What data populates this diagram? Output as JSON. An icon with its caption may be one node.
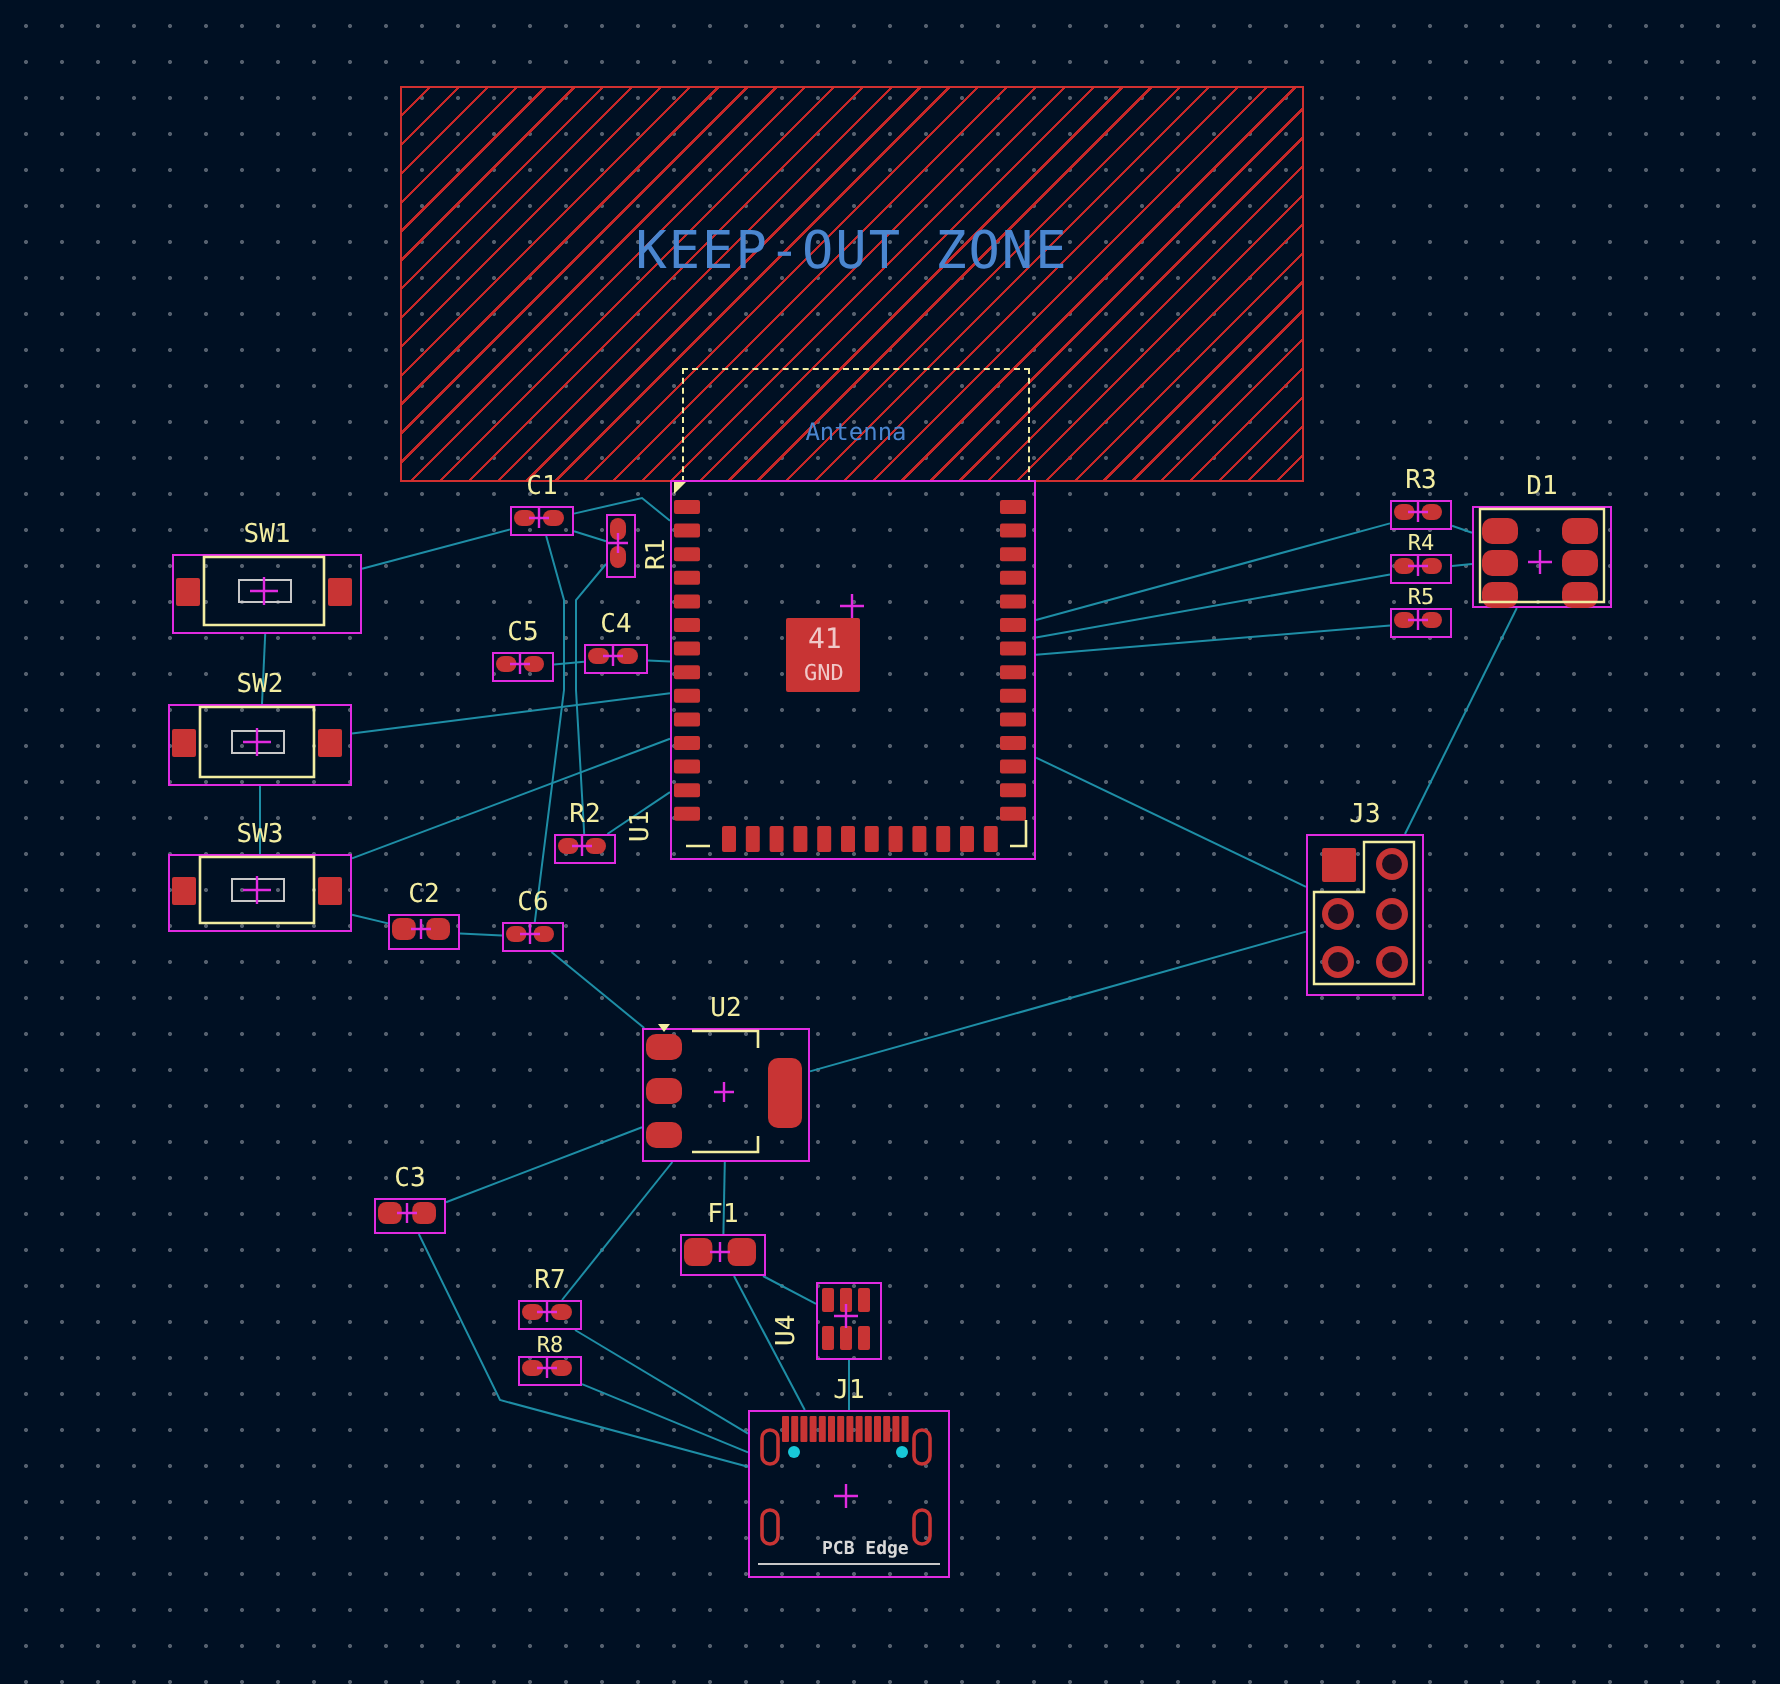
{
  "diagram": {
    "nodes": [
      {
        "text": [
          "KEEP-OUT ZONE"
        ]
      },
      {
        "text": [
          "Antenna"
        ],
        "in": 0
      },
      {
        "text": [
          "U1"
        ]
      },
      {
        "text": [
          "C1"
        ]
      },
      {
        "text": [
          "R1"
        ]
      },
      {
        "text": [
          "SW1"
        ]
      },
      {
        "text": [
          "C5"
        ]
      },
      {
        "text": [
          "C4"
        ]
      },
      {
        "text": [
          "SW2"
        ]
      },
      {
        "text": [
          "R2"
        ]
      },
      {
        "text": [
          "SW3"
        ]
      },
      {
        "text": [
          "C2"
        ]
      },
      {
        "text": [
          "C6"
        ]
      },
      {
        "text": [
          "U2"
        ]
      },
      {
        "text": [
          "C3"
        ]
      },
      {
        "text": [
          "F1"
        ]
      },
      {
        "text": [
          "R7"
        ]
      },
      {
        "text": [
          "R8"
        ]
      },
      {
        "text": [
          "U4"
        ]
      },
      {
        "text": [
          "J1"
        ]
      },
      {
        "text": [
          "R3"
        ]
      },
      {
        "text": [
          "R4"
        ]
      },
      {
        "text": [
          "R5"
        ]
      },
      {
        "text": [
          "D1"
        ]
      },
      {
        "text": [
          "J3"
        ]
      }
    ],
    "edges": [
      {
        "from": 3,
        "to": 5,
        "arrow": "none"
      },
      {
        "from": 3,
        "to": 4,
        "arrow": "none"
      },
      {
        "from": 3,
        "to": 2,
        "arrow": "none"
      },
      {
        "from": 3,
        "to": 12,
        "arrow": "none"
      },
      {
        "from": 4,
        "to": 9,
        "arrow": "none"
      },
      {
        "from": 6,
        "to": 7,
        "arrow": "none"
      },
      {
        "from": 7,
        "to": 2,
        "arrow": "none"
      },
      {
        "from": 5,
        "to": 8,
        "arrow": "none"
      },
      {
        "from": 8,
        "to": 2,
        "arrow": "none"
      },
      {
        "from": 8,
        "to": 10,
        "arrow": "none"
      },
      {
        "from": 10,
        "to": 11,
        "arrow": "none"
      },
      {
        "from": 10,
        "to": 2,
        "arrow": "none"
      },
      {
        "from": 9,
        "to": 2,
        "arrow": "none"
      },
      {
        "from": 11,
        "to": 12,
        "arrow": "none"
      },
      {
        "from": 12,
        "to": 13,
        "arrow": "none"
      },
      {
        "from": 13,
        "to": 14,
        "arrow": "none"
      },
      {
        "from": 13,
        "to": 24,
        "arrow": "none"
      },
      {
        "from": 13,
        "to": 15,
        "arrow": "none"
      },
      {
        "from": 13,
        "to": 16,
        "arrow": "none"
      },
      {
        "from": 14,
        "to": 19,
        "arrow": "none"
      },
      {
        "from": 15,
        "to": 18,
        "arrow": "none"
      },
      {
        "from": 15,
        "to": 19,
        "arrow": "none"
      },
      {
        "from": 16,
        "to": 19,
        "arrow": "none"
      },
      {
        "from": 17,
        "to": 19,
        "arrow": "none"
      },
      {
        "from": 18,
        "to": 19,
        "arrow": "none"
      },
      {
        "from": 2,
        "to": 20,
        "arrow": "none"
      },
      {
        "from": 2,
        "to": 21,
        "arrow": "none"
      },
      {
        "from": 2,
        "to": 22,
        "arrow": "none"
      },
      {
        "from": 2,
        "to": 24,
        "arrow": "none"
      },
      {
        "from": 20,
        "to": 23,
        "arrow": "none"
      },
      {
        "from": 21,
        "to": 23,
        "arrow": "none"
      },
      {
        "from": 23,
        "to": 24,
        "arrow": "none"
      }
    ],
    "labels": [
      "41",
      "GND",
      "PCB Edge"
    ]
  }
}
